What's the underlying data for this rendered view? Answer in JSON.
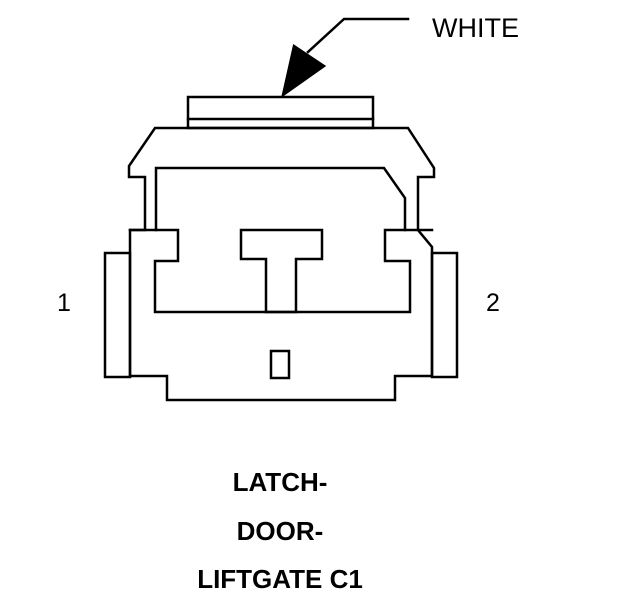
{
  "connector": {
    "color_label": "WHITE",
    "pins": [
      {
        "label": "1"
      },
      {
        "label": "2"
      }
    ],
    "title_lines": [
      "LATCH-",
      "DOOR-",
      "LIFTGATE C1"
    ]
  }
}
